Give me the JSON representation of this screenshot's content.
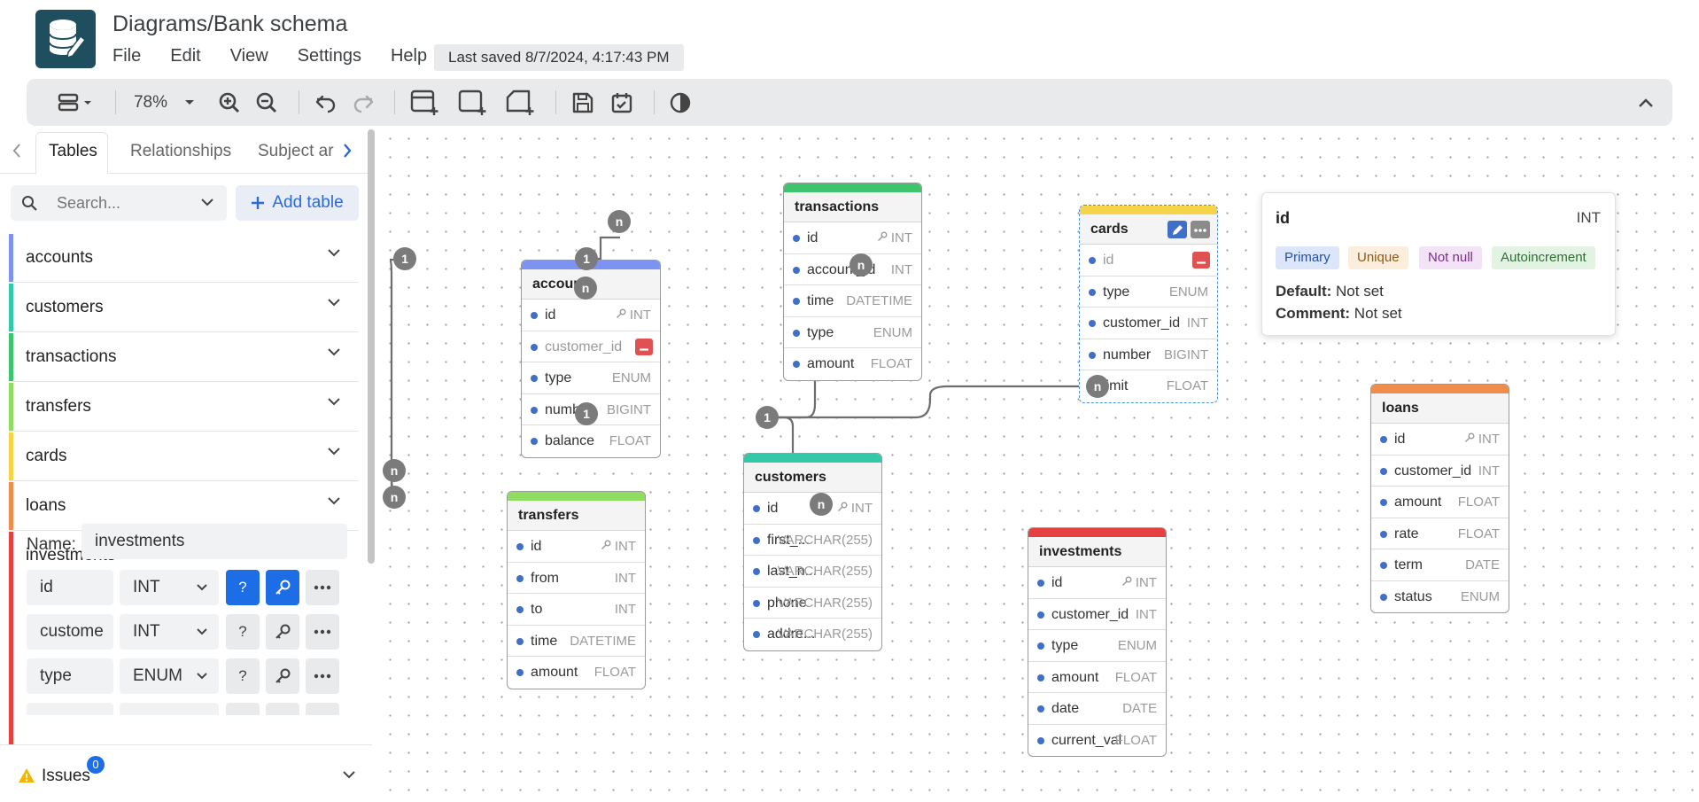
{
  "app": {
    "title": "Diagrams/Bank schema",
    "menu": [
      "File",
      "Edit",
      "View",
      "Settings",
      "Help"
    ],
    "last_saved": "Last saved 8/7/2024, 4:17:43 PM"
  },
  "toolbar": {
    "zoom": "78%",
    "icons": [
      "layout-icon",
      "zoom-in-icon",
      "zoom-out-icon",
      "undo-icon",
      "redo-icon",
      "add-table-icon",
      "add-area-icon",
      "add-note-icon",
      "save-icon",
      "todo-icon",
      "theme-icon",
      "collapse-icon"
    ]
  },
  "sidebar": {
    "tabs": [
      "Tables",
      "Relationships",
      "Subject ar"
    ],
    "search_placeholder": "Search...",
    "add_table": "Add table",
    "tables": [
      {
        "name": "accounts",
        "color": "#7c93f2"
      },
      {
        "name": "customers",
        "color": "#34c8a8"
      },
      {
        "name": "transactions",
        "color": "#3ec46d"
      },
      {
        "name": "transfers",
        "color": "#8fdc5f"
      },
      {
        "name": "cards",
        "color": "#f5d547"
      },
      {
        "name": "loans",
        "color": "#f08c4c"
      },
      {
        "name": "investments",
        "color": "#e64040"
      }
    ],
    "expanded": {
      "name_label": "Name:",
      "name_value": "investments",
      "fields": [
        {
          "name": "id",
          "type": "INT"
        },
        {
          "name": "custome",
          "type": "INT"
        },
        {
          "name": "type",
          "type": "ENUM"
        }
      ],
      "help": "?"
    },
    "issues": {
      "label": "Issues",
      "count": "0"
    }
  },
  "canvas": {
    "tables": {
      "transactions": {
        "title": "transactions",
        "fields": [
          [
            "id",
            "INT"
          ],
          [
            "account_id",
            "INT"
          ],
          [
            "time",
            "DATETIME"
          ],
          [
            "type",
            "ENUM"
          ],
          [
            "amount",
            "FLOAT"
          ]
        ]
      },
      "accounts": {
        "title": "accounts",
        "fields": [
          [
            "id",
            "INT"
          ],
          [
            "customer_id",
            ""
          ],
          [
            "type",
            "ENUM"
          ],
          [
            "number",
            "BIGINT"
          ],
          [
            "balance",
            "FLOAT"
          ]
        ]
      },
      "cards": {
        "title": "cards",
        "fields": [
          [
            "id",
            ""
          ],
          [
            "type",
            "ENUM"
          ],
          [
            "customer_id",
            "INT"
          ],
          [
            "number",
            "BIGINT"
          ],
          [
            "limit",
            "FLOAT"
          ]
        ]
      },
      "loans": {
        "title": "loans",
        "fields": [
          [
            "id",
            "INT"
          ],
          [
            "customer_id",
            "INT"
          ],
          [
            "amount",
            "FLOAT"
          ],
          [
            "rate",
            "FLOAT"
          ],
          [
            "term",
            "DATE"
          ],
          [
            "status",
            "ENUM"
          ]
        ]
      },
      "customers": {
        "title": "customers",
        "fields": [
          [
            "id",
            "INT"
          ],
          [
            "first_...",
            "VARCHAR(255)"
          ],
          [
            "last_n...",
            "VARCHAR(255)"
          ],
          [
            "phone",
            "VARCHAR(255)"
          ],
          [
            "addre...",
            "VARCHAR(255)"
          ]
        ]
      },
      "transfers": {
        "title": "transfers",
        "fields": [
          [
            "id",
            "INT"
          ],
          [
            "from",
            "INT"
          ],
          [
            "to",
            "INT"
          ],
          [
            "time",
            "DATETIME"
          ],
          [
            "amount",
            "FLOAT"
          ]
        ]
      },
      "investments": {
        "title": "investments",
        "fields": [
          [
            "id",
            "INT"
          ],
          [
            "customer_id",
            "INT"
          ],
          [
            "type",
            "ENUM"
          ],
          [
            "amount",
            "FLOAT"
          ],
          [
            "date",
            "DATE"
          ],
          [
            "current_val",
            "FLOAT"
          ]
        ]
      }
    },
    "cardinality": {
      "one": "1",
      "many": "n"
    }
  },
  "tooltip": {
    "field": "id",
    "type": "INT",
    "tags": [
      "Primary",
      "Unique",
      "Not null",
      "Autoincrement"
    ],
    "default_label": "Default:",
    "default_value": "Not set",
    "comment_label": "Comment:",
    "comment_value": "Not set"
  }
}
